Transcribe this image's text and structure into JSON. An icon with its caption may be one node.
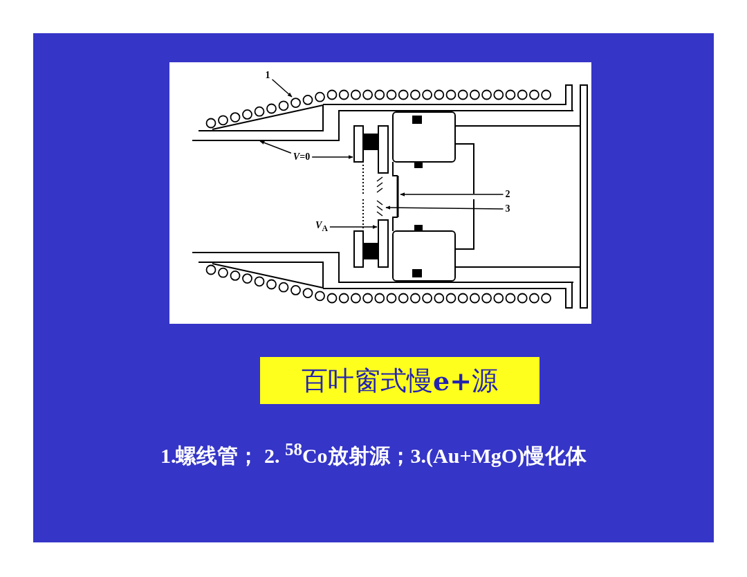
{
  "diagram": {
    "caption": "1.螺线管； 2. $^{58}$Co放射源；3.(Au+MgO)慢化体",
    "nodes": [
      {
        "text": [
          "1"
        ]
      },
      {
        "text": [
          "*V*=0"
        ]
      },
      {
        "text": [
          "2"
        ]
      },
      {
        "text": [
          "3"
        ]
      },
      {
        "text": [
          "*V*$_{A}$"
        ]
      },
      {
        "text": [
          "百叶窗式慢**e+**源"
        ]
      }
    ],
    "edges": [
      {
        "from": 0,
        "to": null,
        "arrow": "to"
      },
      {
        "from": 1,
        "to": null,
        "arrow": "to"
      },
      {
        "from": 1,
        "to": null,
        "arrow": "to"
      },
      {
        "from": 2,
        "to": null,
        "arrow": "to"
      },
      {
        "from": 3,
        "to": null,
        "arrow": "to"
      },
      {
        "from": 4,
        "to": null,
        "arrow": "to"
      }
    ]
  }
}
